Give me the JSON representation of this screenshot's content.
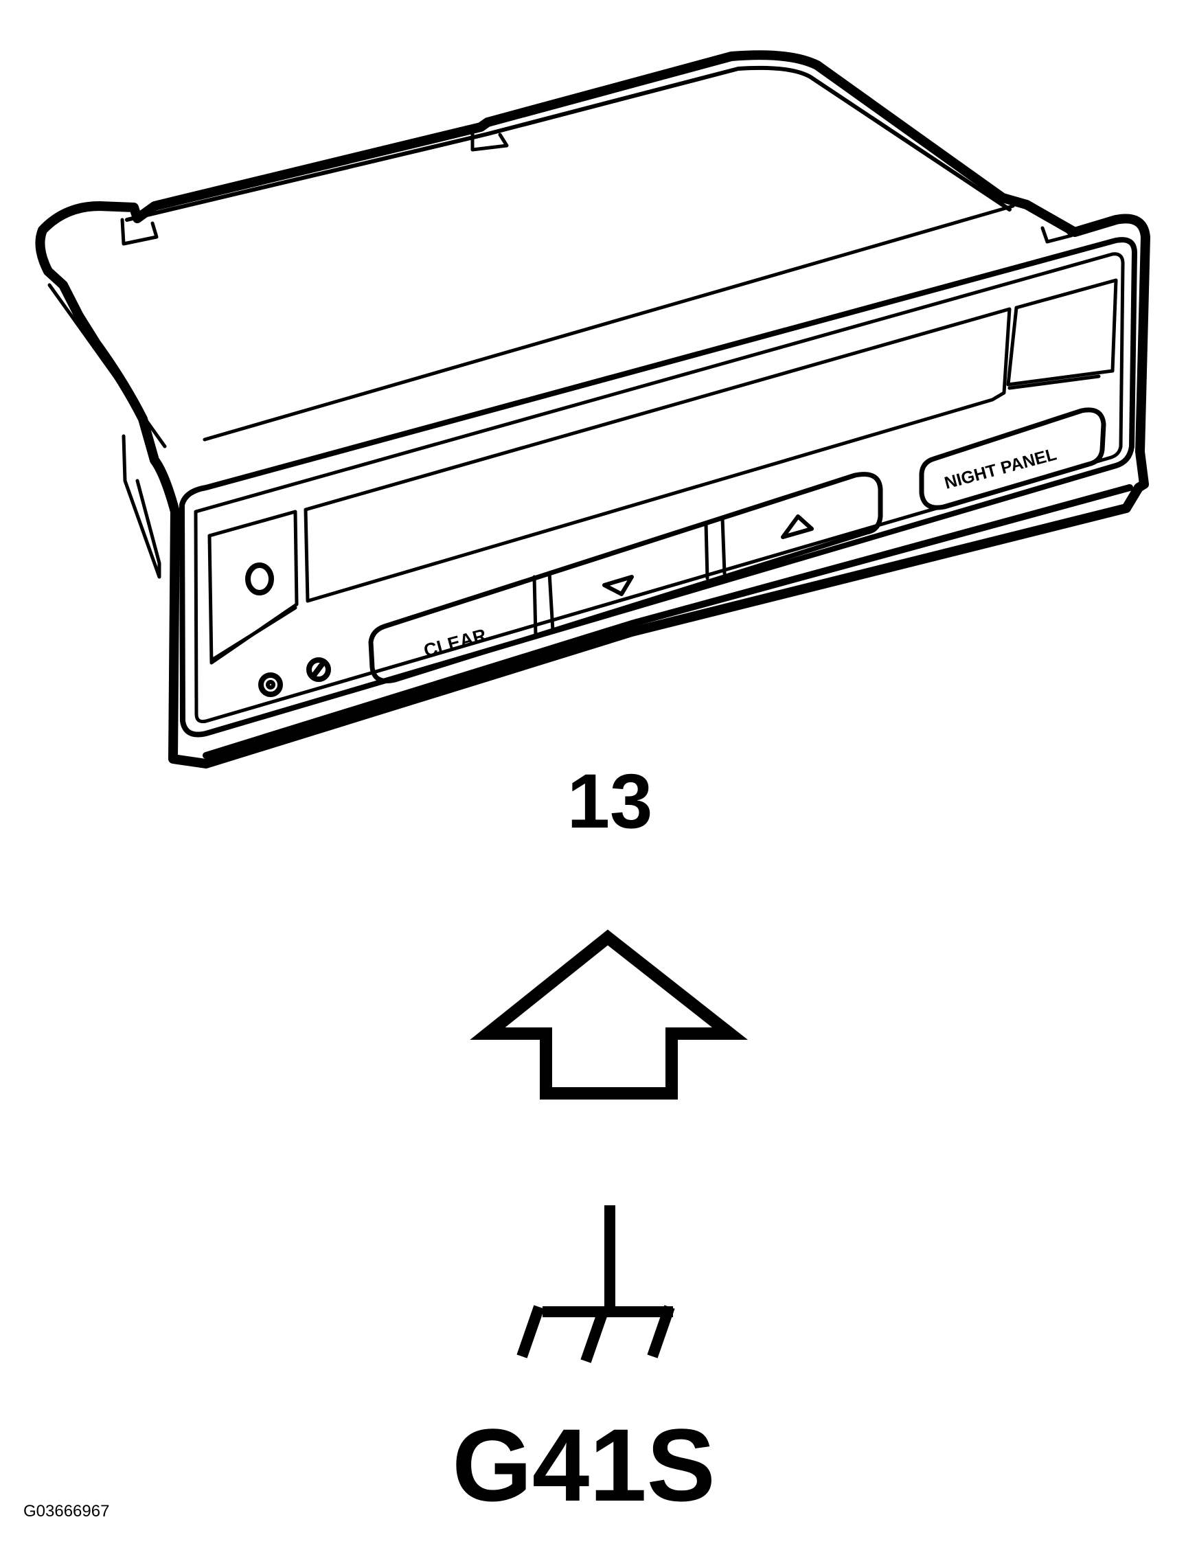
{
  "diagram": {
    "component": {
      "buttons": {
        "clear": "CLEAR",
        "night_panel": "NIGHT PANEL"
      }
    },
    "connector_number": "13",
    "ground_label": "G41S",
    "figure_id": "G03666967",
    "colors": {
      "ink": "#000000",
      "paper": "#ffffff"
    }
  }
}
